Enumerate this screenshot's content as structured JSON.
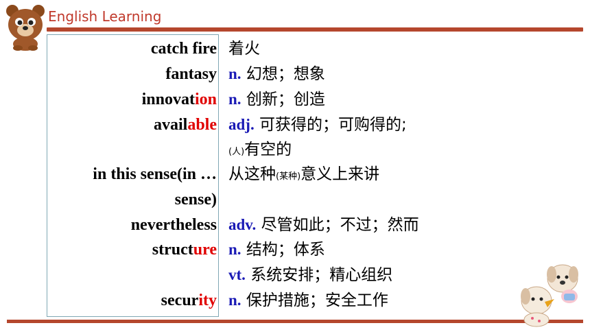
{
  "header": {
    "title": "English Learning"
  },
  "rows": [
    {
      "term_main": "catch fire",
      "term_hl": "",
      "pos": "",
      "def": "着火"
    },
    {
      "term_main": "fantasy",
      "term_hl": "",
      "pos": "n.",
      "def": " 幻想；想象"
    },
    {
      "term_main": "innovat",
      "term_hl": "ion",
      "pos": "n.",
      "def": " 创新；创造"
    },
    {
      "term_main": "avail",
      "term_hl": "able",
      "pos": "adj.",
      "def": " 可获得的；可购得的;"
    },
    {
      "note": "(人)",
      "def": "有空的"
    },
    {
      "term_main": "in this sense(in …",
      "def_a": "从这种",
      "note": "(某种)",
      "def_b": "意义上来讲"
    },
    {
      "term_main": "sense)"
    },
    {
      "term_main": "nevertheless",
      "term_hl": "",
      "pos": "adv.",
      "def": " 尽管如此；不过；然而"
    },
    {
      "term_main": "struct",
      "term_hl": "ure",
      "pos": "n.",
      "def": " 结构；体系"
    },
    {
      "pos": "vt.",
      "def": " 系统安排；精心组织"
    },
    {
      "term_main": "secur",
      "term_hl": "ity",
      "pos": "n.",
      "def": " 保护措施；安全工作"
    }
  ]
}
